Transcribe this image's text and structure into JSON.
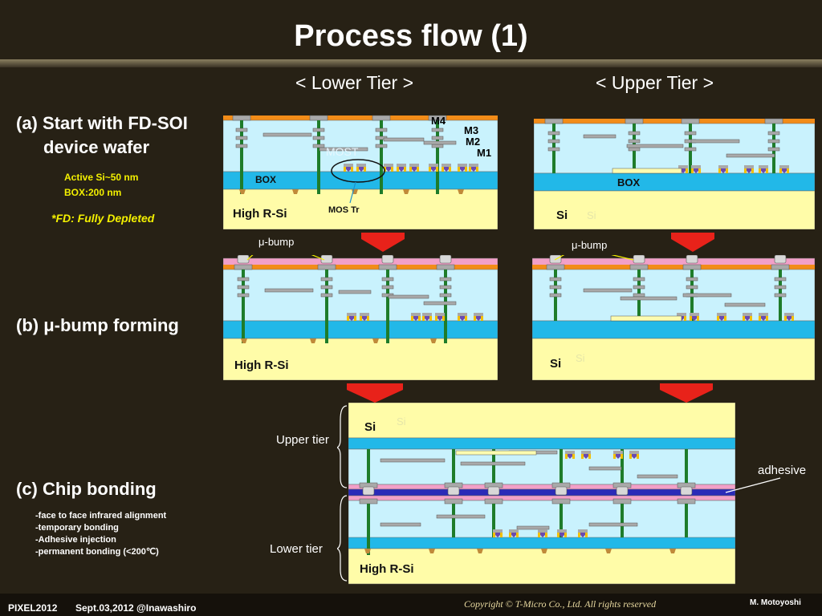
{
  "title": "Process flow (1)",
  "headers": {
    "lower": "< Lower Tier >",
    "upper": "< Upper Tier >"
  },
  "steps": {
    "a_line1": "(a) Start with FD-SOI",
    "a_line2": "device wafer",
    "b": "(b) μ-bump forming",
    "c": "(c) Chip bonding"
  },
  "notes": {
    "active_si": "Active Si~50 nm",
    "box": "BOX:200 nm",
    "fd": "*FD: Fully Depleted"
  },
  "bonding_notes": [
    "-face to face infrared alignment",
    "-temporary bonding",
    "-Adhesive injection",
    "-permanent bonding (<200℃)"
  ],
  "diagram_labels": {
    "m4": "M4",
    "m3": "M3",
    "m2": "M2",
    "m1": "M1",
    "box": "BOX",
    "mos_tr": "MOS Tr",
    "mos_ghost": "MOST",
    "high_r_si": "High R-Si",
    "si": "Si",
    "si_ghost": "Si",
    "u_bump": "μ-bump",
    "upper_tier": "Upper tier",
    "lower_tier": "Lower tier",
    "adhesive": "adhesive"
  },
  "footer": {
    "left1": "PIXEL2012",
    "left2": "Sept.03,2012 @Inawashiro",
    "copyright": "Copyright © T-Micro Co., Ltd.  All rights reserved",
    "author": "M. Motoyoshi"
  },
  "colors": {
    "background": "#272115",
    "substrate": "#fffca8",
    "box_layer": "#22b8e8",
    "dielectric": "#c9f2fd",
    "metal": "#a9a9a9",
    "via": "#1e7c2a",
    "pad": "#f28c18",
    "polyimide": "#f2a0c8",
    "arrow": "#e8221a",
    "adhesive": "#2a2ab8"
  }
}
